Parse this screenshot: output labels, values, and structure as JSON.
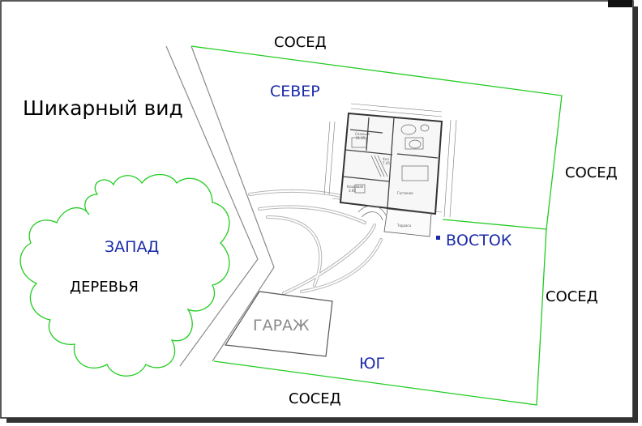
{
  "labels": {
    "neighbor_top": "СОСЕД",
    "neighbor_right_top": "СОСЕД",
    "neighbor_right_bottom": "СОСЕД",
    "neighbor_bottom": "СОСЕД",
    "north": "СЕВЕР",
    "east": "ВОСТОК",
    "west": "ЗАПАД",
    "south": "ЮГ",
    "view": "Шикарный вид",
    "trees": "ДЕРЕВЬЯ",
    "garage": "ГАРАЖ"
  },
  "floorplan_labels": {
    "bedroom": "Спальня",
    "bedroom_area": "21.25",
    "hall": "Хол",
    "hall_area": "7.45",
    "storage": "Кладовая",
    "storage_area": "3.60",
    "living": "Гостиная",
    "terrace": "Терраса"
  },
  "colors": {
    "boundary_green": "#22cc22",
    "compass_blue": "#1a2aa8",
    "road_gray": "#8a8a8a",
    "path_gray": "#b0b0b0"
  }
}
